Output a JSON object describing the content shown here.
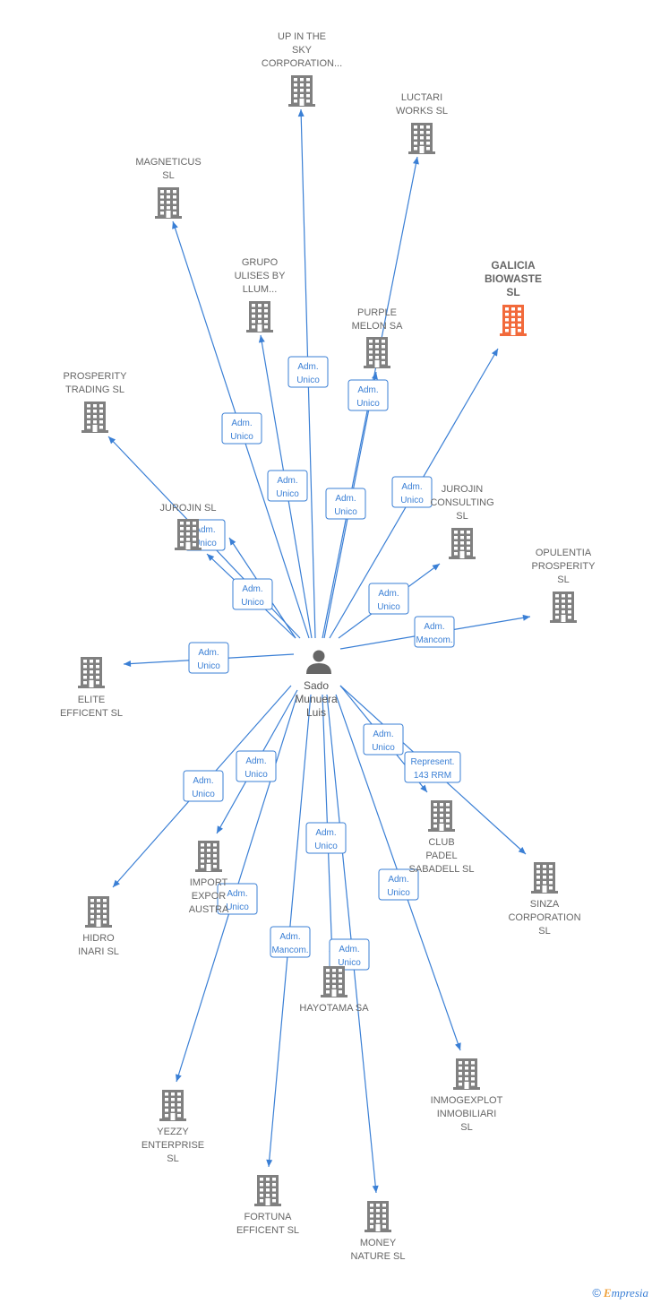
{
  "colors": {
    "edge": "#3a7fd5",
    "building": "#808080",
    "highlight": "#f26a3b",
    "person": "#666666"
  },
  "center": {
    "lines": [
      "Sado",
      "Munuera",
      "Luis"
    ],
    "icon": "person-icon"
  },
  "nodes": [
    {
      "id": "up-in-the-sky",
      "lines": [
        "UP IN THE",
        "SKY",
        "CORPORATION..."
      ],
      "icon": "building-icon"
    },
    {
      "id": "luctari-works",
      "lines": [
        "LUCTARI",
        "WORKS  SL"
      ],
      "icon": "building-icon"
    },
    {
      "id": "magneticus",
      "lines": [
        "MAGNETICUS",
        "SL"
      ],
      "icon": "building-icon"
    },
    {
      "id": "grupo-ulises",
      "lines": [
        "GRUPO",
        "ULISES BY",
        "LLUM..."
      ],
      "icon": "building-icon"
    },
    {
      "id": "galicia-biowaste",
      "lines": [
        "GALICIA",
        "BIOWASTE",
        "SL"
      ],
      "icon": "building-icon",
      "highlight": true
    },
    {
      "id": "purple-melon",
      "lines": [
        "PURPLE",
        "MELON SA"
      ],
      "icon": "building-icon"
    },
    {
      "id": "prosperity-trading",
      "lines": [
        "PROSPERITY",
        "TRADING  SL"
      ],
      "icon": "building-icon"
    },
    {
      "id": "jurojin-sl",
      "lines": [
        "JUROJIN  SL"
      ],
      "icon": "building-icon"
    },
    {
      "id": "jurojin-consulting",
      "lines": [
        "JUROJIN",
        "CONSULTING",
        "SL"
      ],
      "icon": "building-icon"
    },
    {
      "id": "opulentia",
      "lines": [
        "OPULENTIA",
        "PROSPERITY",
        "SL"
      ],
      "icon": "building-icon"
    },
    {
      "id": "elite-efficent",
      "lines": [
        "ELITE",
        "EFFICENT  SL"
      ],
      "icon": "building-icon"
    },
    {
      "id": "club-padel",
      "lines": [
        "CLUB",
        "PADEL",
        "SABADELL  SL"
      ],
      "icon": "building-icon"
    },
    {
      "id": "sinza",
      "lines": [
        "SINZA",
        "CORPORATION",
        "SL"
      ],
      "icon": "building-icon"
    },
    {
      "id": "import-export",
      "lines": [
        "IMPORT",
        "EXPOR",
        "AUSTRA"
      ],
      "icon": "building-icon"
    },
    {
      "id": "hidro-inari",
      "lines": [
        "HIDRO",
        "INARI  SL"
      ],
      "icon": "building-icon"
    },
    {
      "id": "hayotama",
      "lines": [
        "HAYOTAMA SA"
      ],
      "icon": "building-icon"
    },
    {
      "id": "inmogexplot",
      "lines": [
        "INMOGEXPLOT",
        "INMOBILIARI",
        "SL"
      ],
      "icon": "building-icon"
    },
    {
      "id": "yezzy",
      "lines": [
        "YEZZY",
        "ENTERPRISE",
        "SL"
      ],
      "icon": "building-icon"
    },
    {
      "id": "fortuna",
      "lines": [
        "FORTUNA",
        "EFFICENT  SL"
      ],
      "icon": "building-icon"
    },
    {
      "id": "money-nature",
      "lines": [
        "MONEY",
        "NATURE  SL"
      ],
      "icon": "building-icon"
    }
  ],
  "edges": [
    {
      "to": "up-in-the-sky",
      "label": [
        "Adm.",
        "Unico"
      ]
    },
    {
      "to": "luctari-works",
      "label": [
        "Adm.",
        "Unico"
      ]
    },
    {
      "to": "magneticus",
      "label": [
        "Adm.",
        "Unico"
      ]
    },
    {
      "to": "grupo-ulises",
      "label": [
        "Adm.",
        "Unico"
      ]
    },
    {
      "to": "purple-melon",
      "label": [
        "Adm.",
        "Unico"
      ]
    },
    {
      "to": "galicia-biowaste",
      "label": [
        "Adm.",
        "Unico"
      ]
    },
    {
      "to": "prosperity-trading",
      "label": [
        "Adm.",
        "Unico"
      ]
    },
    {
      "to": "jurojin-sl",
      "label": [
        "Adm.",
        "Unico"
      ]
    },
    {
      "to": "jurojin-sl",
      "label": [
        "Adm.",
        "Unico"
      ]
    },
    {
      "to": "jurojin-consulting",
      "label": [
        "Adm.",
        "Unico"
      ]
    },
    {
      "to": "opulentia",
      "label": [
        "Adm.",
        "Mancom."
      ]
    },
    {
      "to": "elite-efficent",
      "label": [
        "Adm.",
        "Unico"
      ]
    },
    {
      "to": "club-padel",
      "label": [
        "Adm.",
        "Unico"
      ]
    },
    {
      "to": "sinza",
      "label": [
        "Represent.",
        "143 RRM"
      ]
    },
    {
      "to": "import-export",
      "label": [
        "Adm.",
        "Unico"
      ]
    },
    {
      "to": "hidro-inari",
      "label": [
        "Adm.",
        "Unico"
      ]
    },
    {
      "to": "hayotama",
      "label": [
        "Adm.",
        "Unico"
      ]
    },
    {
      "to": "inmogexplot",
      "label": [
        "Adm.",
        "Unico"
      ]
    },
    {
      "to": "yezzy",
      "label": [
        "Adm.",
        "Unico"
      ]
    },
    {
      "to": "fortuna",
      "label": [
        "Adm.",
        "Mancom."
      ]
    },
    {
      "to": "money-nature",
      "label": [
        "Adm.",
        "Unico"
      ]
    }
  ],
  "footer": {
    "copyright": "©",
    "brand_initial": "E",
    "brand_rest": "mpresia"
  }
}
